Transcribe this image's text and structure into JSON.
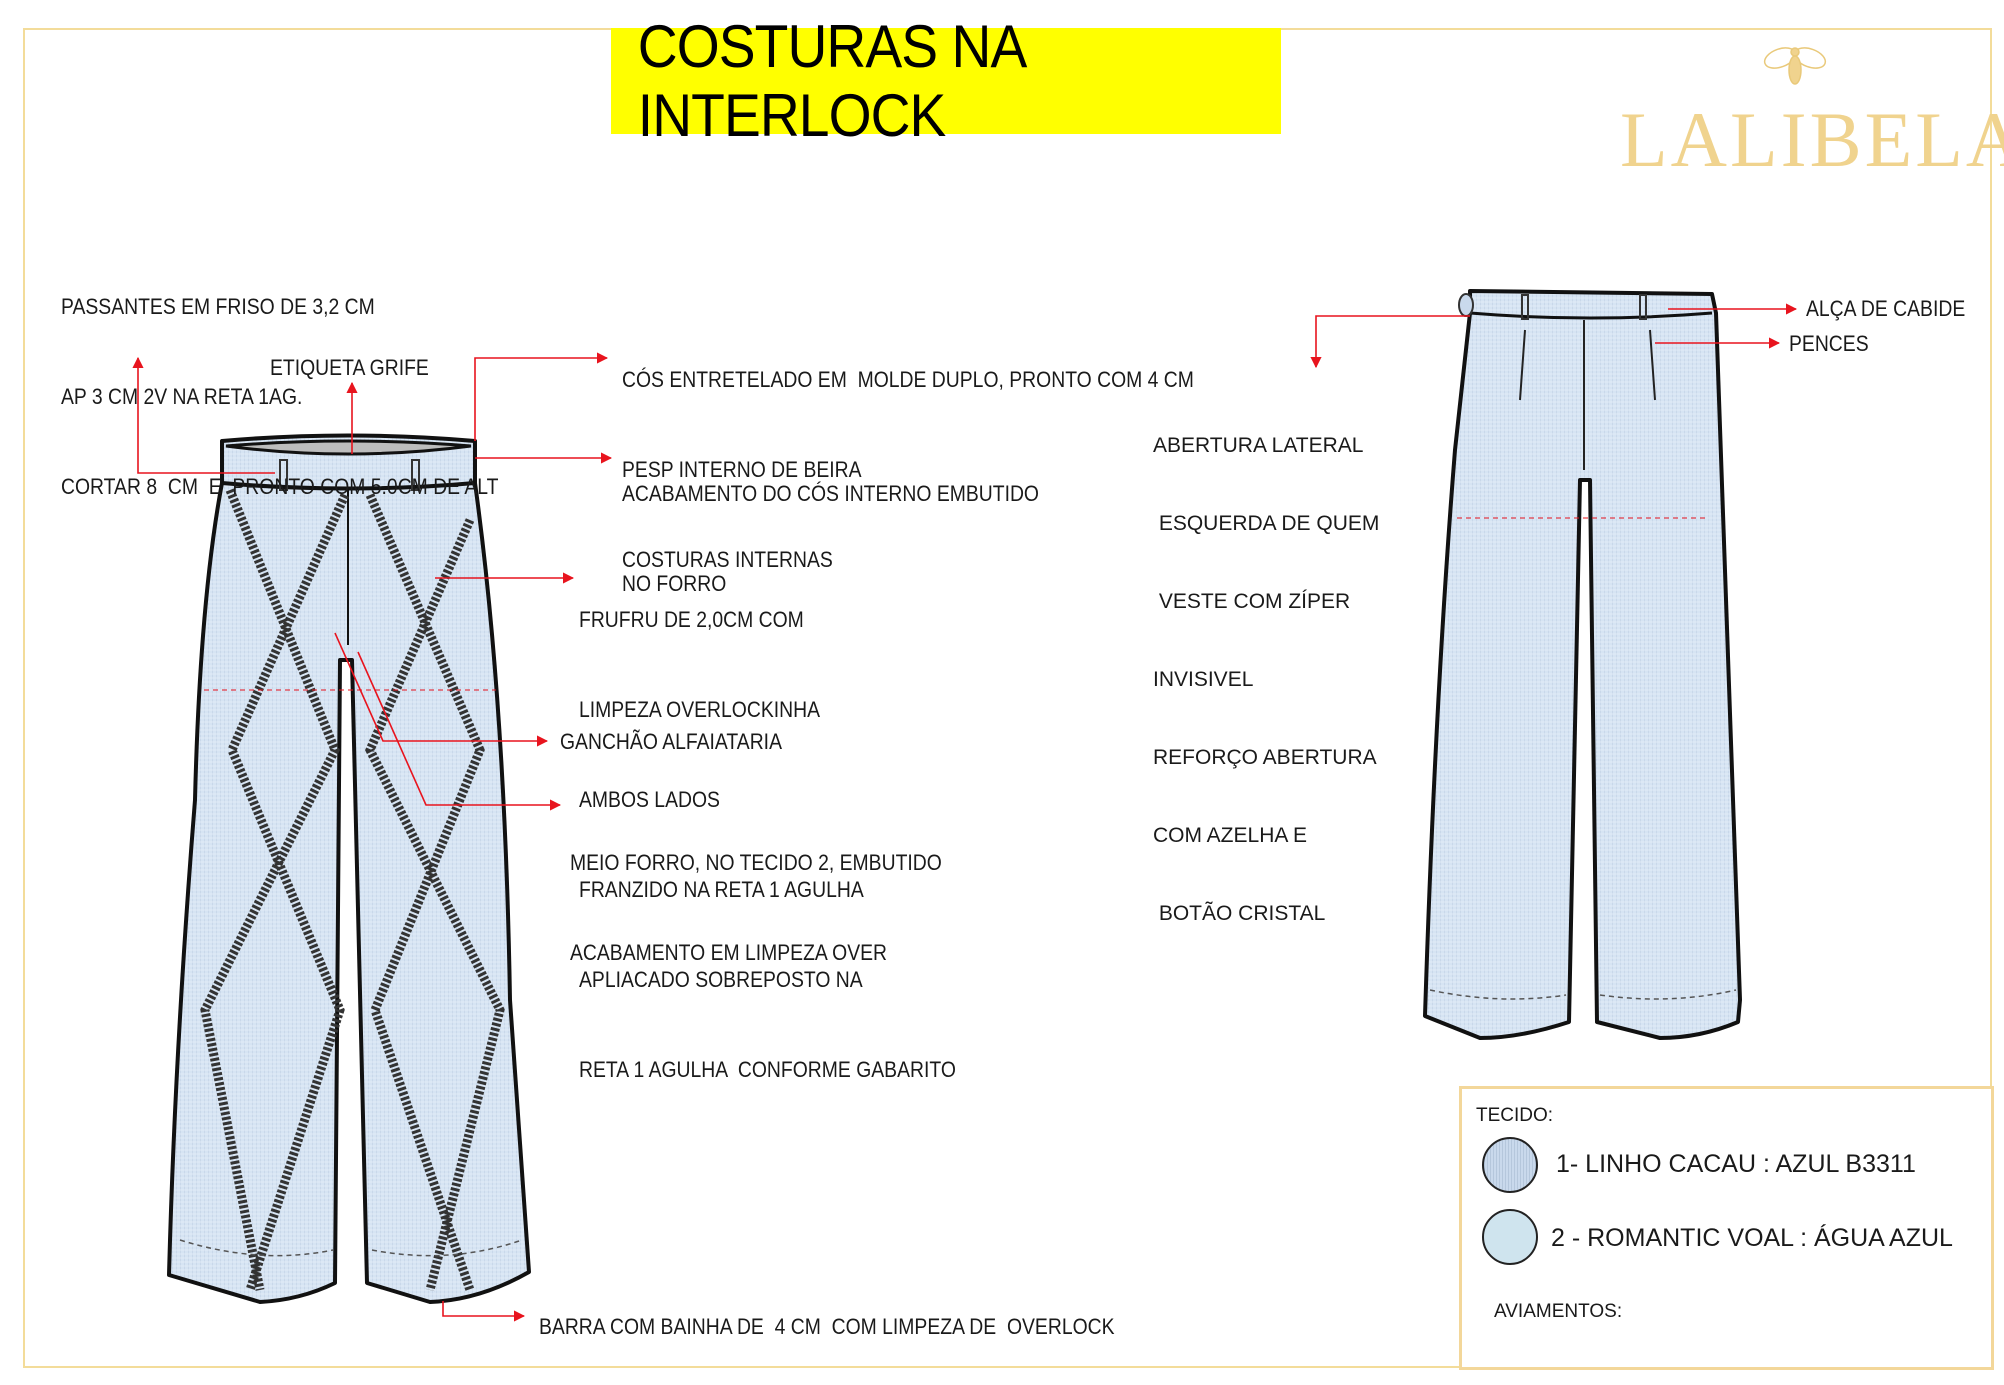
{
  "title": "COSTURAS NA INTERLOCK",
  "brand": {
    "name": "LALIBELA",
    "icon": "bee-icon"
  },
  "front_notes": {
    "passantes": [
      "PASSANTES EM FRISO DE 3,2 CM",
      "AP 3 CM 2V NA RETA 1AG.",
      "CORTAR 8  CM  E  PRONTO COM 5.0CM DE ALT"
    ],
    "etiqueta": "ETIQUETA GRIFE",
    "cos": [
      "CÓS ENTRETELADO EM  MOLDE DUPLO, PRONTO COM 4 CM",
      "PESP INTERNO DE BEIRA",
      "COSTURAS INTERNAS"
    ],
    "acabamento": [
      "ACABAMENTO DO CÓS INTERNO EMBUTIDO",
      "NO FORRO"
    ],
    "frufru": [
      "FRUFRU DE 2,0CM COM",
      "LIMPEZA OVERLOCKINHA",
      "AMBOS LADOS",
      "FRANZIDO NA RETA 1 AGULHA",
      "APLIACADO SOBREPOSTO NA",
      "RETA 1 AGULHA  CONFORME GABARITO"
    ],
    "ganchao": "GANCHÃO ALFAIATARIA",
    "meio_forro": [
      "MEIO FORRO, NO TECIDO 2, EMBUTIDO",
      "ACABAMENTO EM LIMPEZA OVER"
    ],
    "barra": "BARRA COM BAINHA DE  4 CM  COM LIMPEZA DE  OVERLOCK"
  },
  "back_notes": {
    "abertura": [
      "ABERTURA LATERAL",
      " ESQUERDA DE QUEM",
      " VESTE COM ZÍPER",
      "INVISIVEL",
      "REFORÇO ABERTURA",
      "COM AZELHA E",
      " BOTÃO CRISTAL"
    ],
    "alca": "ALÇA DE CABIDE",
    "pences": "PENCES"
  },
  "legend": {
    "tecido_label": "TECIDO:",
    "fabrics": [
      {
        "label": "1- LINHO CACAU : AZUL B3311",
        "color": "#c9d9ec"
      },
      {
        "label": "2 - ROMANTIC VOAL : ÁGUA AZUL",
        "color": "#cfe4ee"
      }
    ],
    "aviamentos_label": "AVIAMENTOS:"
  },
  "colors": {
    "callout": "#e8141e",
    "title_bg": "#ffff00",
    "brand": "#f0d38e",
    "fabric": "#d3e2f2"
  }
}
